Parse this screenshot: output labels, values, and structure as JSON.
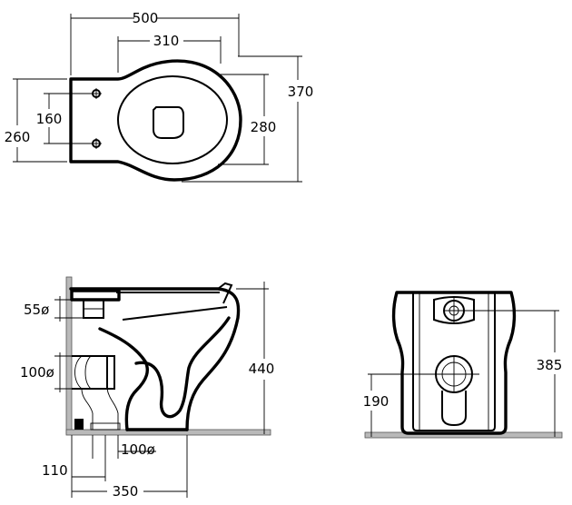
{
  "top_view": {
    "dim_width_total": "500",
    "dim_fixing_distance": "310",
    "dim_depth_total": "370",
    "dim_bowl_depth": "280",
    "dim_height_side": "260",
    "dim_fixing_spacing": "160"
  },
  "side_view": {
    "dim_water_inlet": "55ø",
    "dim_outlet_pipe": "100ø",
    "dim_height": "440",
    "dim_outlet_floor": "100ø",
    "dim_outlet_distance": "110",
    "dim_depth": "350"
  },
  "rear_view": {
    "dim_inlet_height": "385",
    "dim_outlet_height": "190"
  },
  "colors": {
    "ground": "#b9b9b9",
    "line": "#000000"
  }
}
